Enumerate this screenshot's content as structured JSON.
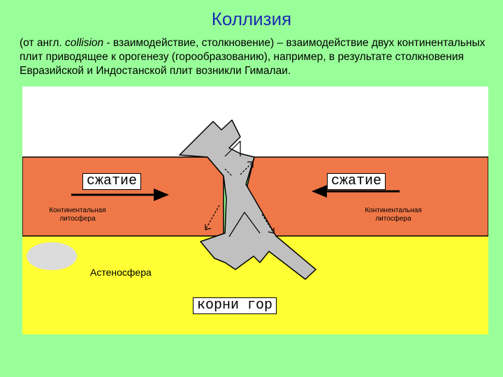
{
  "title": "Коллизия",
  "description": {
    "prefix": "(от англ. ",
    "term": "collision",
    "suffix": " - взаимодействие, столкновение) – взаимодействие двух континентальных плит приводящее к орогенезу (горообразованию), например, в результате столкновения Евразийской и Индостанской плит возникли Гималаи."
  },
  "diagram": {
    "compression_left": "сжатие",
    "compression_right": "сжатие",
    "lithosphere_left": "Континентальная литосфера",
    "lithosphere_right": "Континентальная литосфера",
    "asthenosphere": "Астеносфера",
    "mountain_roots": "корни гор",
    "colors": {
      "sky": "#ffffff",
      "lithosphere": "#f07848",
      "asthenosphere": "#ffff33",
      "mountain": "#c0c0c0"
    }
  }
}
